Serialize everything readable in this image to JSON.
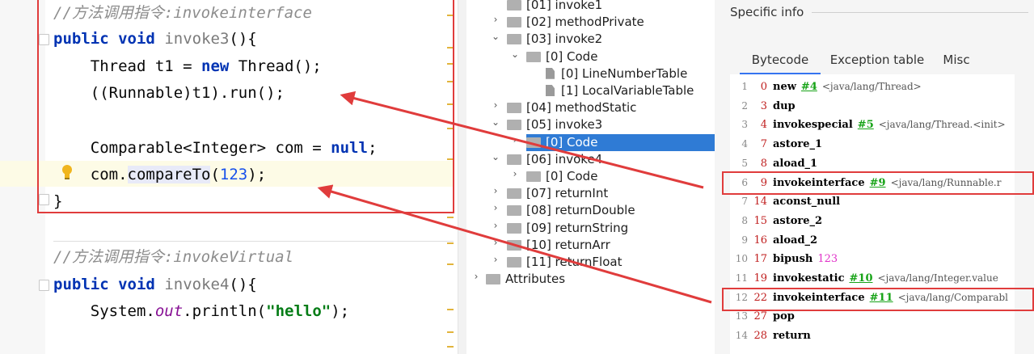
{
  "editor": {
    "lines": [
      {
        "id": "c1",
        "parts": [
          {
            "t": "//方法调用指令:invokeinterface",
            "c": "comment"
          }
        ]
      },
      {
        "id": "l2",
        "parts": [
          {
            "t": "public",
            "c": "kw"
          },
          {
            "t": " "
          },
          {
            "t": "void",
            "c": "kw"
          },
          {
            "t": " "
          },
          {
            "t": "invoke3",
            "c": "method"
          },
          {
            "t": "(){"
          }
        ]
      },
      {
        "id": "l3",
        "parts": [
          {
            "t": "    Thread t1 = "
          },
          {
            "t": "new",
            "c": "kw"
          },
          {
            "t": " Thread();"
          }
        ]
      },
      {
        "id": "l4",
        "parts": [
          {
            "t": "    ((Runnable)t1).run();"
          }
        ]
      },
      {
        "id": "l5",
        "parts": [
          {
            "t": ""
          }
        ]
      },
      {
        "id": "l6",
        "parts": [
          {
            "t": "    Comparable<Integer> com = "
          },
          {
            "t": "null",
            "c": "kw"
          },
          {
            "t": ";"
          }
        ]
      },
      {
        "id": "l7",
        "parts": [
          {
            "t": "    com."
          },
          {
            "t": "compareTo",
            "c": "hl"
          },
          {
            "t": "("
          },
          {
            "t": "123",
            "c": "num"
          },
          {
            "t": ");"
          }
        ]
      },
      {
        "id": "l8",
        "parts": [
          {
            "t": "}"
          }
        ]
      },
      {
        "id": "c2",
        "parts": [
          {
            "t": "//方法调用指令:invokeVirtual",
            "c": "comment"
          }
        ]
      },
      {
        "id": "l10",
        "parts": [
          {
            "t": "public",
            "c": "kw"
          },
          {
            "t": " "
          },
          {
            "t": "void",
            "c": "kw"
          },
          {
            "t": " "
          },
          {
            "t": "invoke4",
            "c": "method"
          },
          {
            "t": "(){"
          }
        ]
      },
      {
        "id": "l11",
        "parts": [
          {
            "t": "    System."
          },
          {
            "t": "out",
            "c": "field"
          },
          {
            "t": ".println("
          },
          {
            "t": "\"hello\"",
            "c": "str"
          },
          {
            "t": ");"
          }
        ]
      }
    ]
  },
  "tree": {
    "items": [
      {
        "label": "[01] invoke1",
        "indent": 0,
        "chev": "",
        "icon": "folder"
      },
      {
        "label": "[02] methodPrivate",
        "indent": 0,
        "chev": "right",
        "icon": "folder"
      },
      {
        "label": "[03] invoke2",
        "indent": 0,
        "chev": "down",
        "icon": "folder"
      },
      {
        "label": "[0] Code",
        "indent": 1,
        "chev": "down",
        "icon": "folder"
      },
      {
        "label": "[0] LineNumberTable",
        "indent": 2,
        "chev": "",
        "icon": "file"
      },
      {
        "label": "[1] LocalVariableTable",
        "indent": 2,
        "chev": "",
        "icon": "file"
      },
      {
        "label": "[04] methodStatic",
        "indent": 0,
        "chev": "right",
        "icon": "folder"
      },
      {
        "label": "[05] invoke3",
        "indent": 0,
        "chev": "down",
        "icon": "folder"
      },
      {
        "label": "[0] Code",
        "indent": 1,
        "chev": "right",
        "icon": "folder",
        "selected": true
      },
      {
        "label": "[06] invoke4",
        "indent": 0,
        "chev": "down",
        "icon": "folder"
      },
      {
        "label": "[0] Code",
        "indent": 1,
        "chev": "right",
        "icon": "folder"
      },
      {
        "label": "[07] returnInt",
        "indent": 0,
        "chev": "right",
        "icon": "folder"
      },
      {
        "label": "[08] returnDouble",
        "indent": 0,
        "chev": "right",
        "icon": "folder"
      },
      {
        "label": "[09] returnString",
        "indent": 0,
        "chev": "right",
        "icon": "folder"
      },
      {
        "label": "[10] returnArr",
        "indent": 0,
        "chev": "right",
        "icon": "folder"
      },
      {
        "label": "[11] returnFloat",
        "indent": 0,
        "chev": "right",
        "icon": "folder"
      },
      {
        "label": "Attributes",
        "indent": -1,
        "chev": "right",
        "icon": "folder"
      }
    ]
  },
  "info": {
    "title": "Specific info",
    "tabs": {
      "bytecode": "Bytecode",
      "exception": "Exception table",
      "misc": "Misc"
    }
  },
  "bytecode": [
    {
      "ln": "1",
      "off": "0",
      "op": "new",
      "ref": "#4",
      "cmt": "<java/lang/Thread>"
    },
    {
      "ln": "2",
      "off": "3",
      "op": "dup"
    },
    {
      "ln": "3",
      "off": "4",
      "op": "invokespecial",
      "ref": "#5",
      "cmt": "<java/lang/Thread.<init>"
    },
    {
      "ln": "4",
      "off": "7",
      "op": "astore_1"
    },
    {
      "ln": "5",
      "off": "8",
      "op": "aload_1"
    },
    {
      "ln": "6",
      "off": "9",
      "op": "invokeinterface",
      "ref": "#9",
      "cmt": "<java/lang/Runnable.r"
    },
    {
      "ln": "7",
      "off": "14",
      "op": "aconst_null"
    },
    {
      "ln": "8",
      "off": "15",
      "op": "astore_2"
    },
    {
      "ln": "9",
      "off": "16",
      "op": "aload_2"
    },
    {
      "ln": "10",
      "off": "17",
      "op": "bipush",
      "num": "123"
    },
    {
      "ln": "11",
      "off": "19",
      "op": "invokestatic",
      "ref": "#10",
      "cmt": "<java/lang/Integer.value"
    },
    {
      "ln": "12",
      "off": "22",
      "op": "invokeinterface",
      "ref": "#11",
      "cmt": "<java/lang/Comparabl"
    },
    {
      "ln": "13",
      "off": "27",
      "op": "pop"
    },
    {
      "ln": "14",
      "off": "28",
      "op": "return"
    }
  ],
  "colors": {
    "annotation": "#e03c3c",
    "selection": "#2f7bd5",
    "tab_underline": "#3574f0"
  }
}
